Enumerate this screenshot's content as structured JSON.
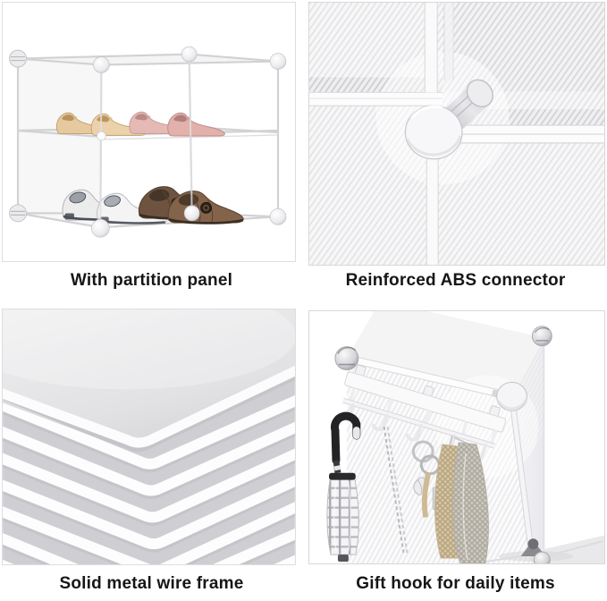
{
  "page": {
    "background": "#ffffff",
    "layout": "2x2 product feature collage"
  },
  "panels": [
    {
      "id": "partition-panel",
      "caption": "With partition panel"
    },
    {
      "id": "abs-connector",
      "caption": "Reinforced ABS connector"
    },
    {
      "id": "metal-wire-frame",
      "caption": "Solid metal wire frame"
    },
    {
      "id": "gift-hook",
      "caption": "Gift hook for daily items"
    }
  ],
  "colors": {
    "caption_text": "#161616",
    "image_border": "#dedede",
    "frame_wire": "#d2d2d5",
    "hatch_line": "#e3e3e7",
    "stack_gap_grey": "#cfcfd3",
    "shoe_beige": "#e7c9a0",
    "shoe_pink": "#e5bab4",
    "shoe_white": "#f1f1f2",
    "shoe_brown": "#7a5c44",
    "umbrella_handle": "#232326",
    "bag_tan": "#d6c6a4",
    "bag_grey": "#ccc9c0"
  }
}
